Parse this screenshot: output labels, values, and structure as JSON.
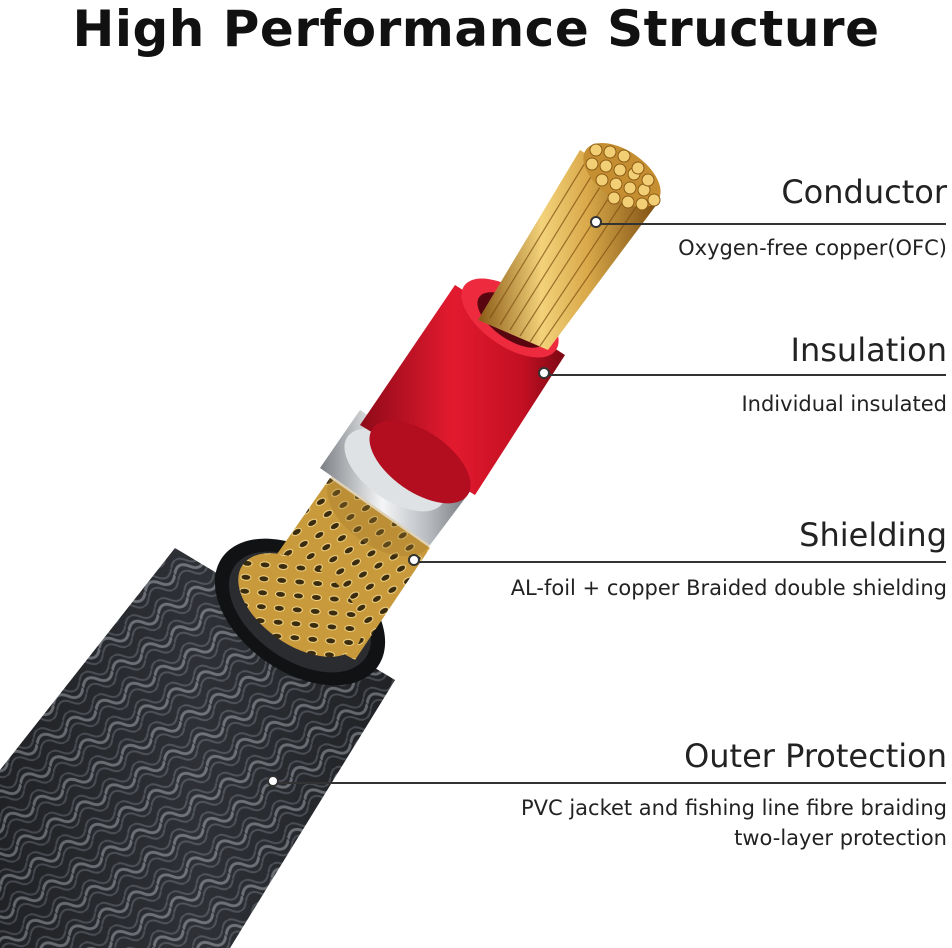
{
  "title": "High Performance Structure",
  "layers": [
    {
      "id": "conductor",
      "name": "Conductor",
      "description": [
        "Oxygen-free copper(OFC)"
      ]
    },
    {
      "id": "insulation",
      "name": "Insulation",
      "description": [
        "Individual insulated"
      ]
    },
    {
      "id": "shielding",
      "name": "Shielding",
      "description": [
        "AL-foil + copper Braided double shielding"
      ]
    },
    {
      "id": "outer",
      "name": "Outer Protection",
      "description": [
        "PVC jacket and fishing line fibre braiding",
        "two-layer protection"
      ]
    }
  ],
  "colors": {
    "copper": "#d9a94a",
    "insulation_red": "#d6142a",
    "foil": "#c9ccd0",
    "braid": "#2b2d31",
    "text": "#222222"
  }
}
